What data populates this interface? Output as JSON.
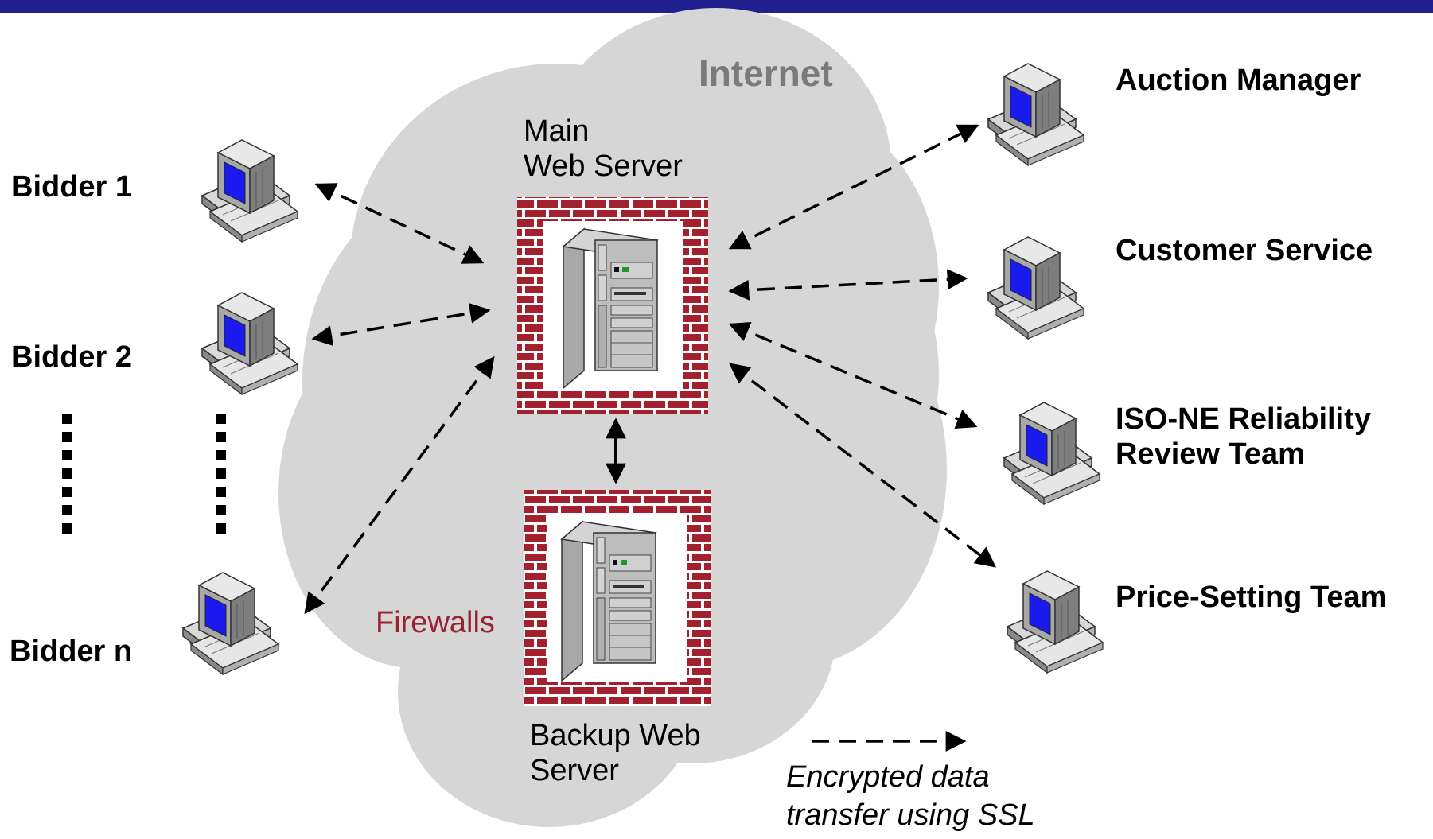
{
  "cloud": {
    "label": "Internet"
  },
  "main_server": {
    "label_lines": [
      "Main",
      "Web Server"
    ]
  },
  "backup_server": {
    "label_lines": [
      "Backup Web",
      "Server"
    ]
  },
  "firewalls": {
    "label": "Firewalls"
  },
  "bidders": [
    {
      "label": "Bidder 1"
    },
    {
      "label": "Bidder 2"
    },
    {
      "label": "Bidder n"
    }
  ],
  "teams": [
    {
      "label_lines": [
        "Auction Manager"
      ]
    },
    {
      "label_lines": [
        "Customer Service"
      ]
    },
    {
      "label_lines": [
        "ISO-NE Reliability",
        "Review Team"
      ]
    },
    {
      "label_lines": [
        "Price-Setting Team"
      ]
    }
  ],
  "legend": {
    "text_lines": [
      "Encrypted data",
      "transfer using SSL"
    ]
  },
  "colors": {
    "header_bar": "#1f1f8f",
    "cloud": "#d6d6d6",
    "brick": "#a3212f",
    "mortar": "#ffffff",
    "screen": "#1a1aee",
    "firewall_text": "#9b2331"
  }
}
